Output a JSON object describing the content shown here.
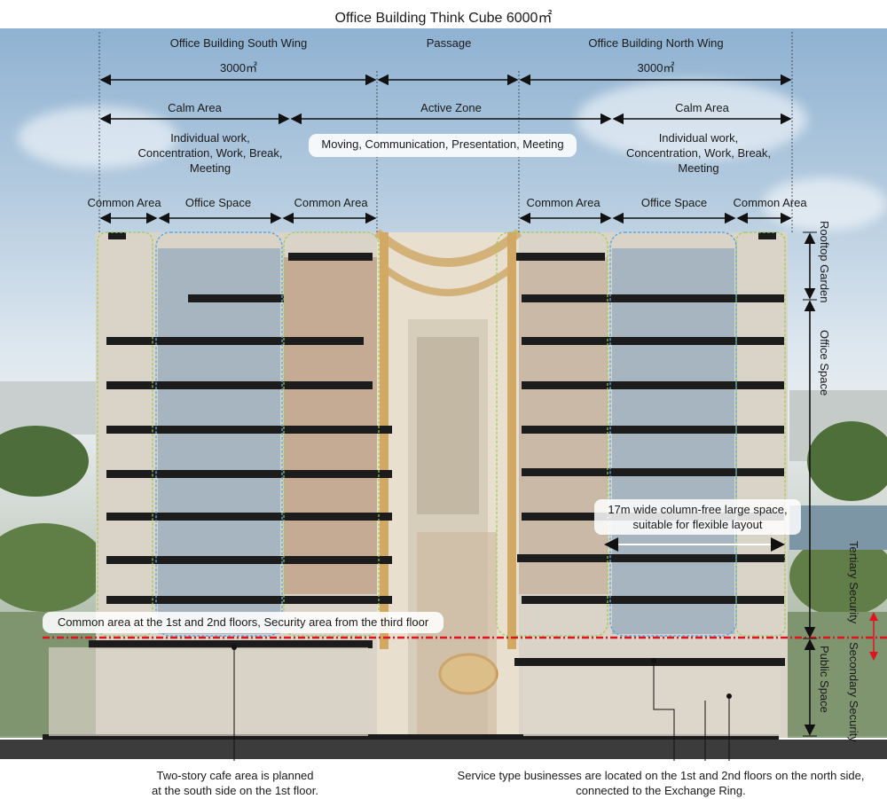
{
  "title": "Office Building Think Cube 6000㎡",
  "top_zones": {
    "south_wing": {
      "name": "Office Building South Wing",
      "area": "3000㎡"
    },
    "passage": "Passage",
    "north_wing": {
      "name": "Office Building North Wing",
      "area": "3000㎡"
    }
  },
  "areas": {
    "calm_left": "Calm Area",
    "active": "Active Zone",
    "calm_right": "Calm Area",
    "calm_activities": "Individual work,\nConcentration, Work, Break,\nMeeting",
    "active_activities": "Moving, Communication, Presentation, Meeting"
  },
  "sections": {
    "left": [
      "Common Area",
      "Office Space",
      "Common Area"
    ],
    "right": [
      "Common Area",
      "Office Space",
      "Common Area"
    ]
  },
  "side_labels": {
    "rooftop": "Rooftop Garden",
    "office": "Office Space",
    "tertiary": "Tertiary Security",
    "secondary": "Secondary Security",
    "public": "Public Space"
  },
  "annotations": {
    "column_free": "17m wide column-free large space,\nsuitable for flexible layout",
    "common_area_floors": "Common area at the 1st and 2nd floors, Security area from the third floor"
  },
  "captions": {
    "cafe": "Two-story cafe area is planned\nat the south side on the 1st floor.",
    "service": "Service type businesses are located on the 1st and 2nd floors on the north side,\nconnected to the Exchange Ring."
  },
  "colors": {
    "office_space_outline": "#5aa6e6",
    "common_area_outline": "#9dcc55",
    "security_line": "#e0141e",
    "slab": "#1c1c1c"
  }
}
